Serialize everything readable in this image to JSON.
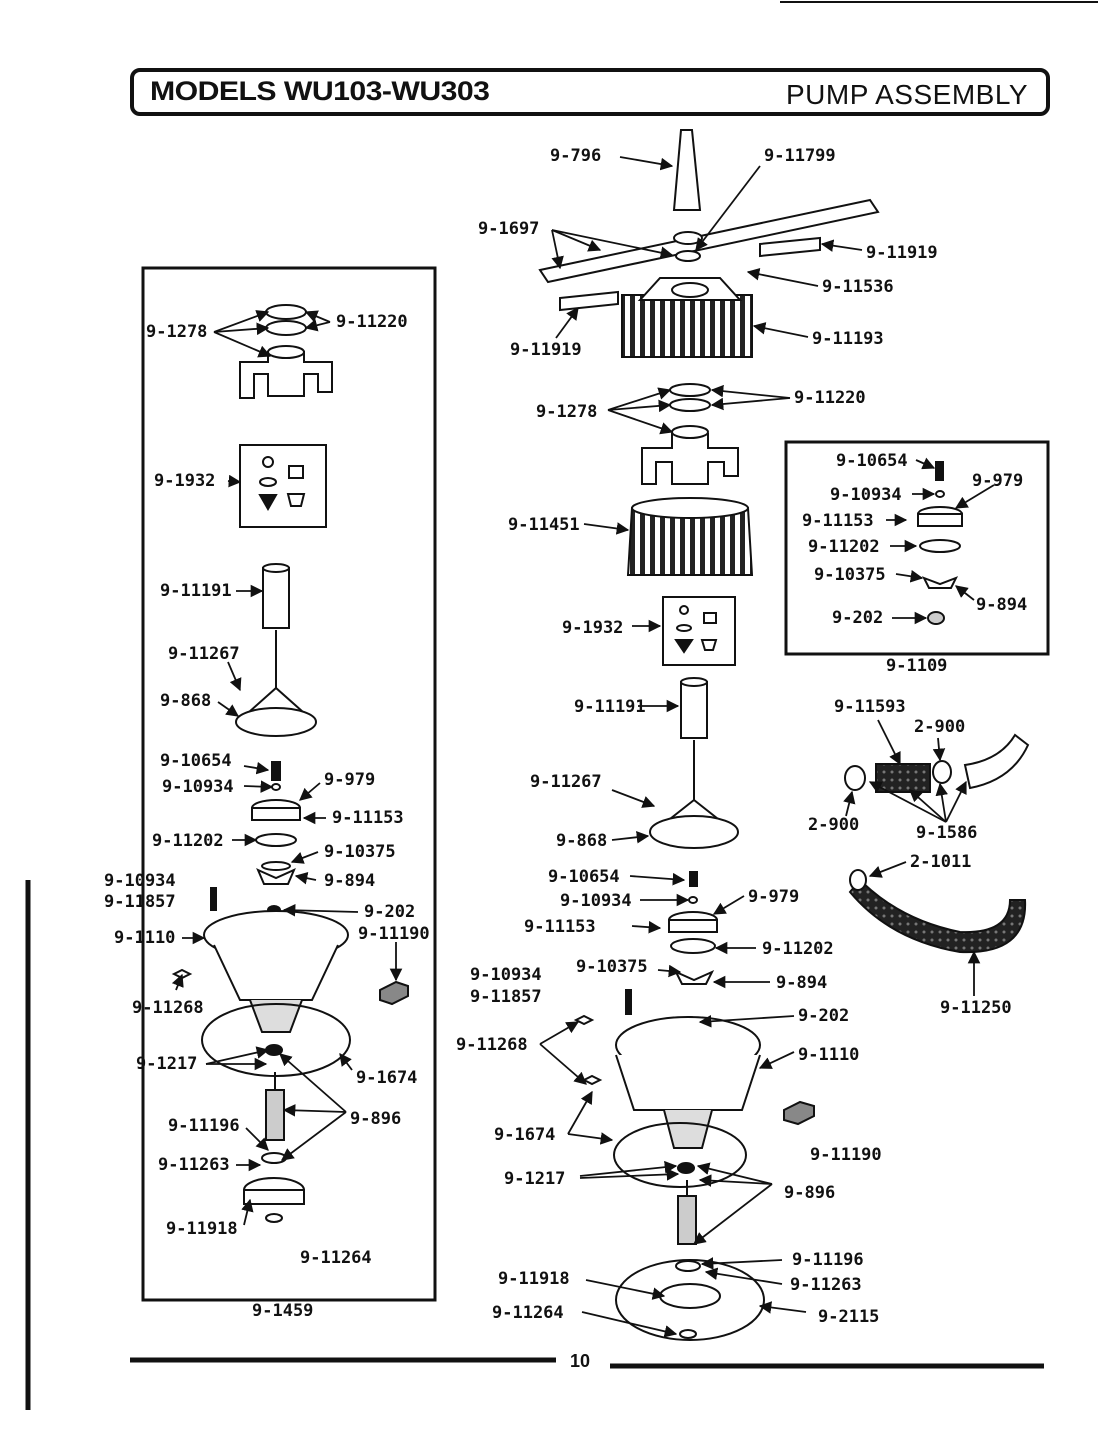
{
  "header": {
    "left_title": "MODELS WU103-WU303",
    "right_title": "PUMP ASSEMBLY"
  },
  "page_number": "10",
  "labels": {
    "l_1278": "9-1278",
    "l_11220": "9-11220",
    "l_1932": "9-1932",
    "l_11191": "9-11191",
    "l_11267": "9-11267",
    "l_868": "9-868",
    "l_10654": "9-10654",
    "l_10934": "9-10934",
    "l_979": "9-979",
    "l_11153": "9-11153",
    "l_11202": "9-11202",
    "l_10375": "9-10375",
    "l_894": "9-894",
    "l_10934b": "9-10934",
    "l_11857": "9-11857",
    "l_202": "9-202",
    "l_1110": "9-1110",
    "l_11190": "9-11190",
    "l_11268": "9-11268",
    "l_1217": "9-1217",
    "l_1674": "9-1674",
    "l_896": "9-896",
    "l_11196": "9-11196",
    "l_11263": "9-11263",
    "l_11918": "9-11918",
    "l_11264": "9-11264",
    "l_1459": "9-1459",
    "c_796": "9-796",
    "c_11799": "9-11799",
    "c_1697": "9-1697",
    "c_11919a": "9-11919",
    "c_11536": "9-11536",
    "c_11919b": "9-11919",
    "c_11193": "9-11193",
    "c_11220": "9-11220",
    "c_1278": "9-1278",
    "c_11451": "9-11451",
    "c_1932": "9-1932",
    "c_11191": "9-11191",
    "c_11267": "9-11267",
    "c_868": "9-868",
    "c_10654": "9-10654",
    "c_10934": "9-10934",
    "c_979": "9-979",
    "c_11153": "9-11153",
    "c_11202": "9-11202",
    "c_10375": "9-10375",
    "c_894": "9-894",
    "c_10934b": "9-10934",
    "c_11857": "9-11857",
    "c_202": "9-202",
    "c_11268": "9-11268",
    "c_1110": "9-1110",
    "c_11190": "9-11190",
    "c_1674": "9-1674",
    "c_1217": "9-1217",
    "c_896": "9-896",
    "c_11196": "9-11196",
    "c_11918": "9-11918",
    "c_11263": "9-11263",
    "c_11264": "9-11264",
    "c_2115": "9-2115",
    "r_10654": "9-10654",
    "r_10934": "9-10934",
    "r_979": "9-979",
    "r_11153": "9-11153",
    "r_11202": "9-11202",
    "r_10375": "9-10375",
    "r_894": "9-894",
    "r_202": "9-202",
    "r_1109": "9-1109",
    "h_11593": "9-11593",
    "h_2900a": "2-900",
    "h_2900b": "2-900",
    "h_1586": "9-1586",
    "h_1011": "2-1011",
    "h_11250": "9-11250"
  }
}
